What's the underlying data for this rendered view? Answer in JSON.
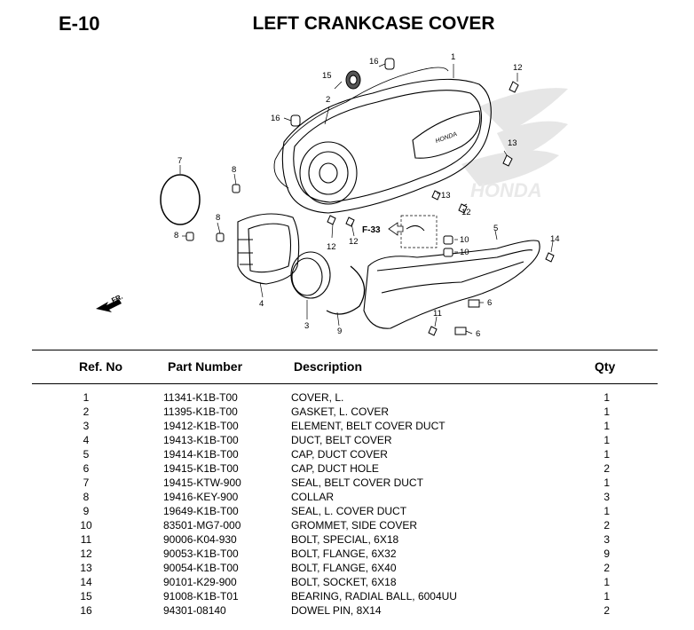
{
  "page": {
    "section_code": "E-10",
    "title": "LEFT CRANKCASE COVER"
  },
  "diagram": {
    "ref_labels": [
      "1",
      "2",
      "3",
      "4",
      "5",
      "6",
      "6",
      "7",
      "8",
      "8",
      "8",
      "9",
      "10",
      "10",
      "11",
      "12",
      "12",
      "12",
      "12",
      "13",
      "13",
      "14",
      "15",
      "16",
      "16"
    ],
    "section_ref": "F-33",
    "direction_label": "FR.",
    "watermark_text": "HONDA"
  },
  "table": {
    "headers": {
      "ref": "Ref. No",
      "part": "Part Number",
      "desc": "Description",
      "qty": "Qty"
    },
    "rows": [
      {
        "ref": "1",
        "part": "11341-K1B-T00",
        "desc": "COVER, L.",
        "qty": "1"
      },
      {
        "ref": "2",
        "part": "11395-K1B-T00",
        "desc": "GASKET, L. COVER",
        "qty": "1"
      },
      {
        "ref": "3",
        "part": "19412-K1B-T00",
        "desc": "ELEMENT, BELT COVER DUCT",
        "qty": "1"
      },
      {
        "ref": "4",
        "part": "19413-K1B-T00",
        "desc": "DUCT, BELT COVER",
        "qty": "1"
      },
      {
        "ref": "5",
        "part": "19414-K1B-T00",
        "desc": "CAP, DUCT COVER",
        "qty": "1"
      },
      {
        "ref": "6",
        "part": "19415-K1B-T00",
        "desc": "CAP, DUCT HOLE",
        "qty": "2"
      },
      {
        "ref": "7",
        "part": "19415-KTW-900",
        "desc": "SEAL, BELT COVER DUCT",
        "qty": "1"
      },
      {
        "ref": "8",
        "part": "19416-KEY-900",
        "desc": "COLLAR",
        "qty": "3"
      },
      {
        "ref": "9",
        "part": "19649-K1B-T00",
        "desc": "SEAL, L. COVER DUCT",
        "qty": "1"
      },
      {
        "ref": "10",
        "part": "83501-MG7-000",
        "desc": "GROMMET, SIDE COVER",
        "qty": "2"
      },
      {
        "ref": "11",
        "part": "90006-K04-930",
        "desc": "BOLT, SPECIAL, 6X18",
        "qty": "3"
      },
      {
        "ref": "12",
        "part": "90053-K1B-T00",
        "desc": "BOLT, FLANGE, 6X32",
        "qty": "9"
      },
      {
        "ref": "13",
        "part": "90054-K1B-T00",
        "desc": "BOLT, FLANGE, 6X40",
        "qty": "2"
      },
      {
        "ref": "14",
        "part": "90101-K29-900",
        "desc": "BOLT, SOCKET, 6X18",
        "qty": "1"
      },
      {
        "ref": "15",
        "part": "91008-K1B-T01",
        "desc": "BEARING, RADIAL BALL, 6004UU",
        "qty": "1"
      },
      {
        "ref": "16",
        "part": "94301-08140",
        "desc": "DOWEL PIN, 8X14",
        "qty": "2"
      }
    ]
  }
}
